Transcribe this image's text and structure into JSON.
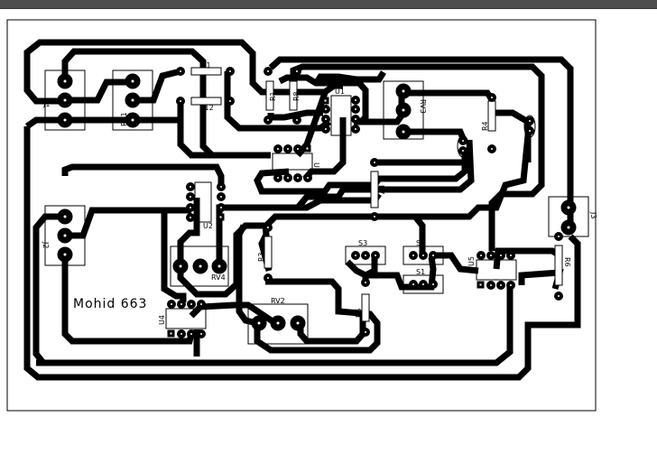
{
  "window": {
    "title_bar_color": "#4d4d4d"
  },
  "board": {
    "signature_text": "Mohid  663",
    "labels": {
      "j1": "J1",
      "j2": "J2",
      "j3": "J3",
      "r1h": "R1",
      "r2h": "R12",
      "rv1": "RV1",
      "rv3": "RV3",
      "rv4": "RV4",
      "rv2": "RV2",
      "r_v1": "R1",
      "r_v2": "R8",
      "u1": "U1",
      "u2": "U2",
      "u3": "U3",
      "u4": "U4",
      "u5": "U5",
      "r4": "R4",
      "r7": "R7",
      "r3": "R3",
      "r5": "R5",
      "r6": "R6",
      "s1": "S1",
      "s2": "S2",
      "s3": "S3"
    },
    "trace_color": "#000000",
    "background_color": "#ffffff"
  }
}
